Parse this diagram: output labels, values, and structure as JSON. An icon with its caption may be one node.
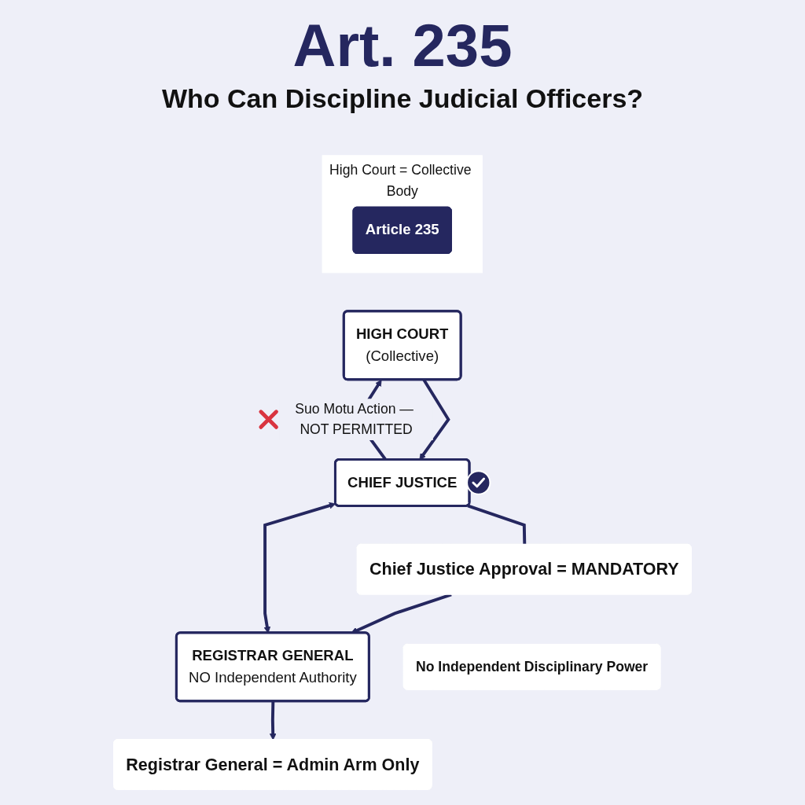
{
  "diagram": {
    "title": "Art. 235",
    "nodes": [
      {
        "text": [
          "High Court = Collective Body"
        ]
      },
      {
        "text": [
          "Article 235"
        ],
        "in": 0
      },
      {
        "text": [
          "HIGH COURT",
          "(Collective)"
        ]
      },
      {
        "text": [
          "CHIEF JUSTICE"
        ]
      },
      {
        "text": [
          "Chief Justice Approval = MANDATORY"
        ]
      },
      {
        "text": [
          "REGISTRAR GENERAL",
          "NO Independent Authority"
        ]
      },
      {
        "text": [
          "No Independent Disciplinary Power"
        ]
      },
      {
        "text": [
          "Registrar General = Admin Arm Only"
        ]
      }
    ],
    "edges": [
      {
        "from": 2,
        "to": 3,
        "arrow": "to"
      },
      {
        "from": 3,
        "to": 2,
        "arrow": "to",
        "label": "Suo Motu Action — NOT PERMITTED"
      },
      {
        "from": 3,
        "to": 4,
        "arrow": "none"
      },
      {
        "from": 4,
        "to": 5,
        "arrow": "to"
      },
      {
        "from": 3,
        "to": 5,
        "arrow": "both"
      },
      {
        "from": 5,
        "to": 7,
        "arrow": "to"
      }
    ],
    "labels": [
      "Who Can Discipline Judicial Officers?"
    ]
  }
}
